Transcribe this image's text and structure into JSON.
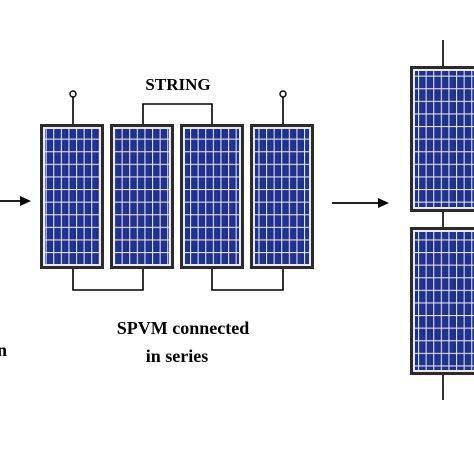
{
  "diagram": {
    "string_label": "STRING",
    "caption_line1": "SPVM connected",
    "caption_line2": "in series",
    "left_cut_text": "n"
  },
  "colors": {
    "panel_cell": "#1f2f8c",
    "panel_frame": "#2b2b2b",
    "panel_grid": "#e6e6ef",
    "wire": "#000000"
  },
  "icons": {
    "terminal": "terminal-icon",
    "arrow": "arrow-right-icon",
    "panel": "solar-panel-icon"
  }
}
